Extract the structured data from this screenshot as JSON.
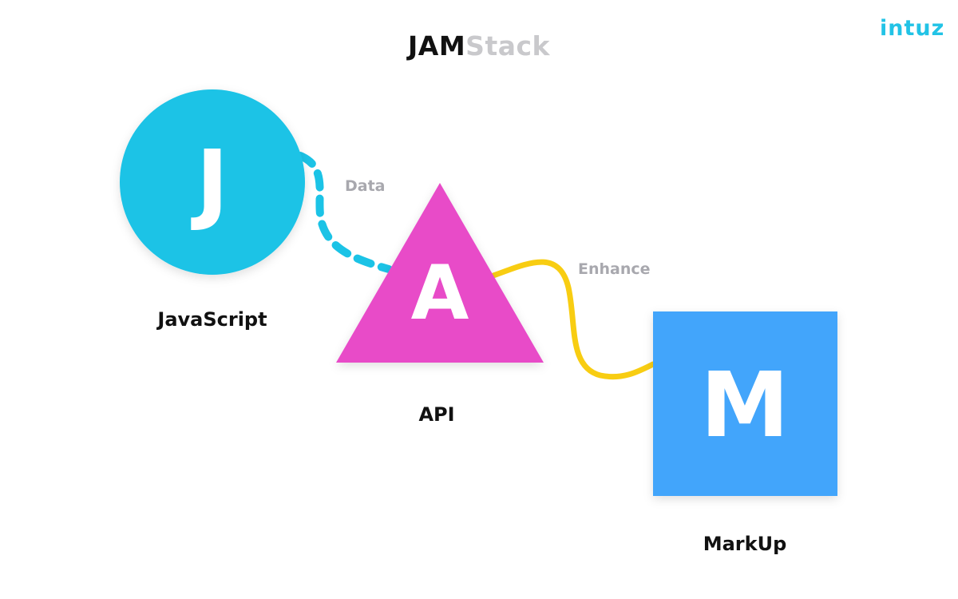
{
  "brand": {
    "logo_text": "intuz"
  },
  "title": {
    "highlight": "JAM",
    "rest": "Stack"
  },
  "nodes": {
    "javascript": {
      "letter": "J",
      "label": "JavaScript"
    },
    "api": {
      "letter": "A",
      "label": "API"
    },
    "markup": {
      "letter": "M",
      "label": "MarkUp"
    }
  },
  "edges": {
    "data": {
      "label": "Data"
    },
    "enhance": {
      "label": "Enhance"
    }
  },
  "colors": {
    "javascript": "#1bc3e6",
    "api": "#e84bc8",
    "markup": "#42a5fb",
    "data_edge": "#1bc3e6",
    "enhance_edge": "#f8cd12",
    "logo": "#22c3e6"
  }
}
